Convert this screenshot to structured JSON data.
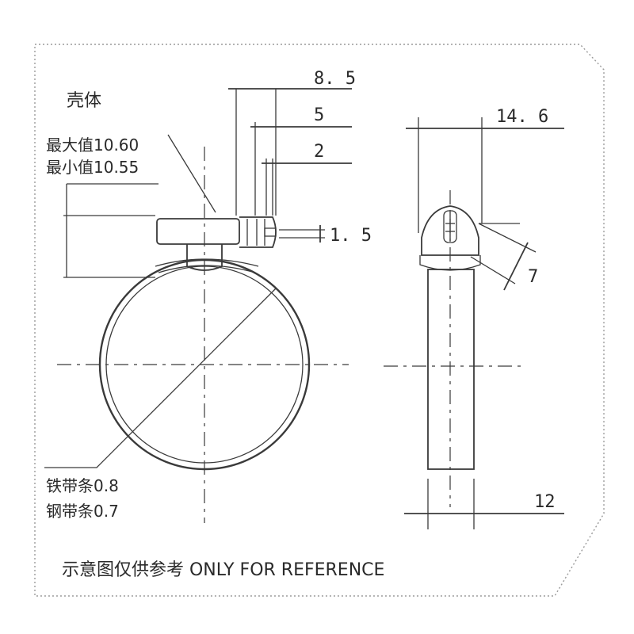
{
  "labels": {
    "housing": "壳体",
    "max_value": "最大值10.60",
    "min_value": "最小值10.55",
    "iron_band": "铁带条0.8",
    "steel_band": "钢带条0.7",
    "footer": "示意图仅供参考 ONLY FOR REFERENCE"
  },
  "dimensions": {
    "d_8_5": "8. 5",
    "d_5": "5",
    "d_2": "2",
    "d_1_5": "1. 5",
    "d_14_6": "14. 6",
    "d_7": "7",
    "d_12": "12"
  },
  "colors": {
    "line": "#3a3a3a",
    "text": "#2a2a2a",
    "border": "#9a9a9a"
  }
}
